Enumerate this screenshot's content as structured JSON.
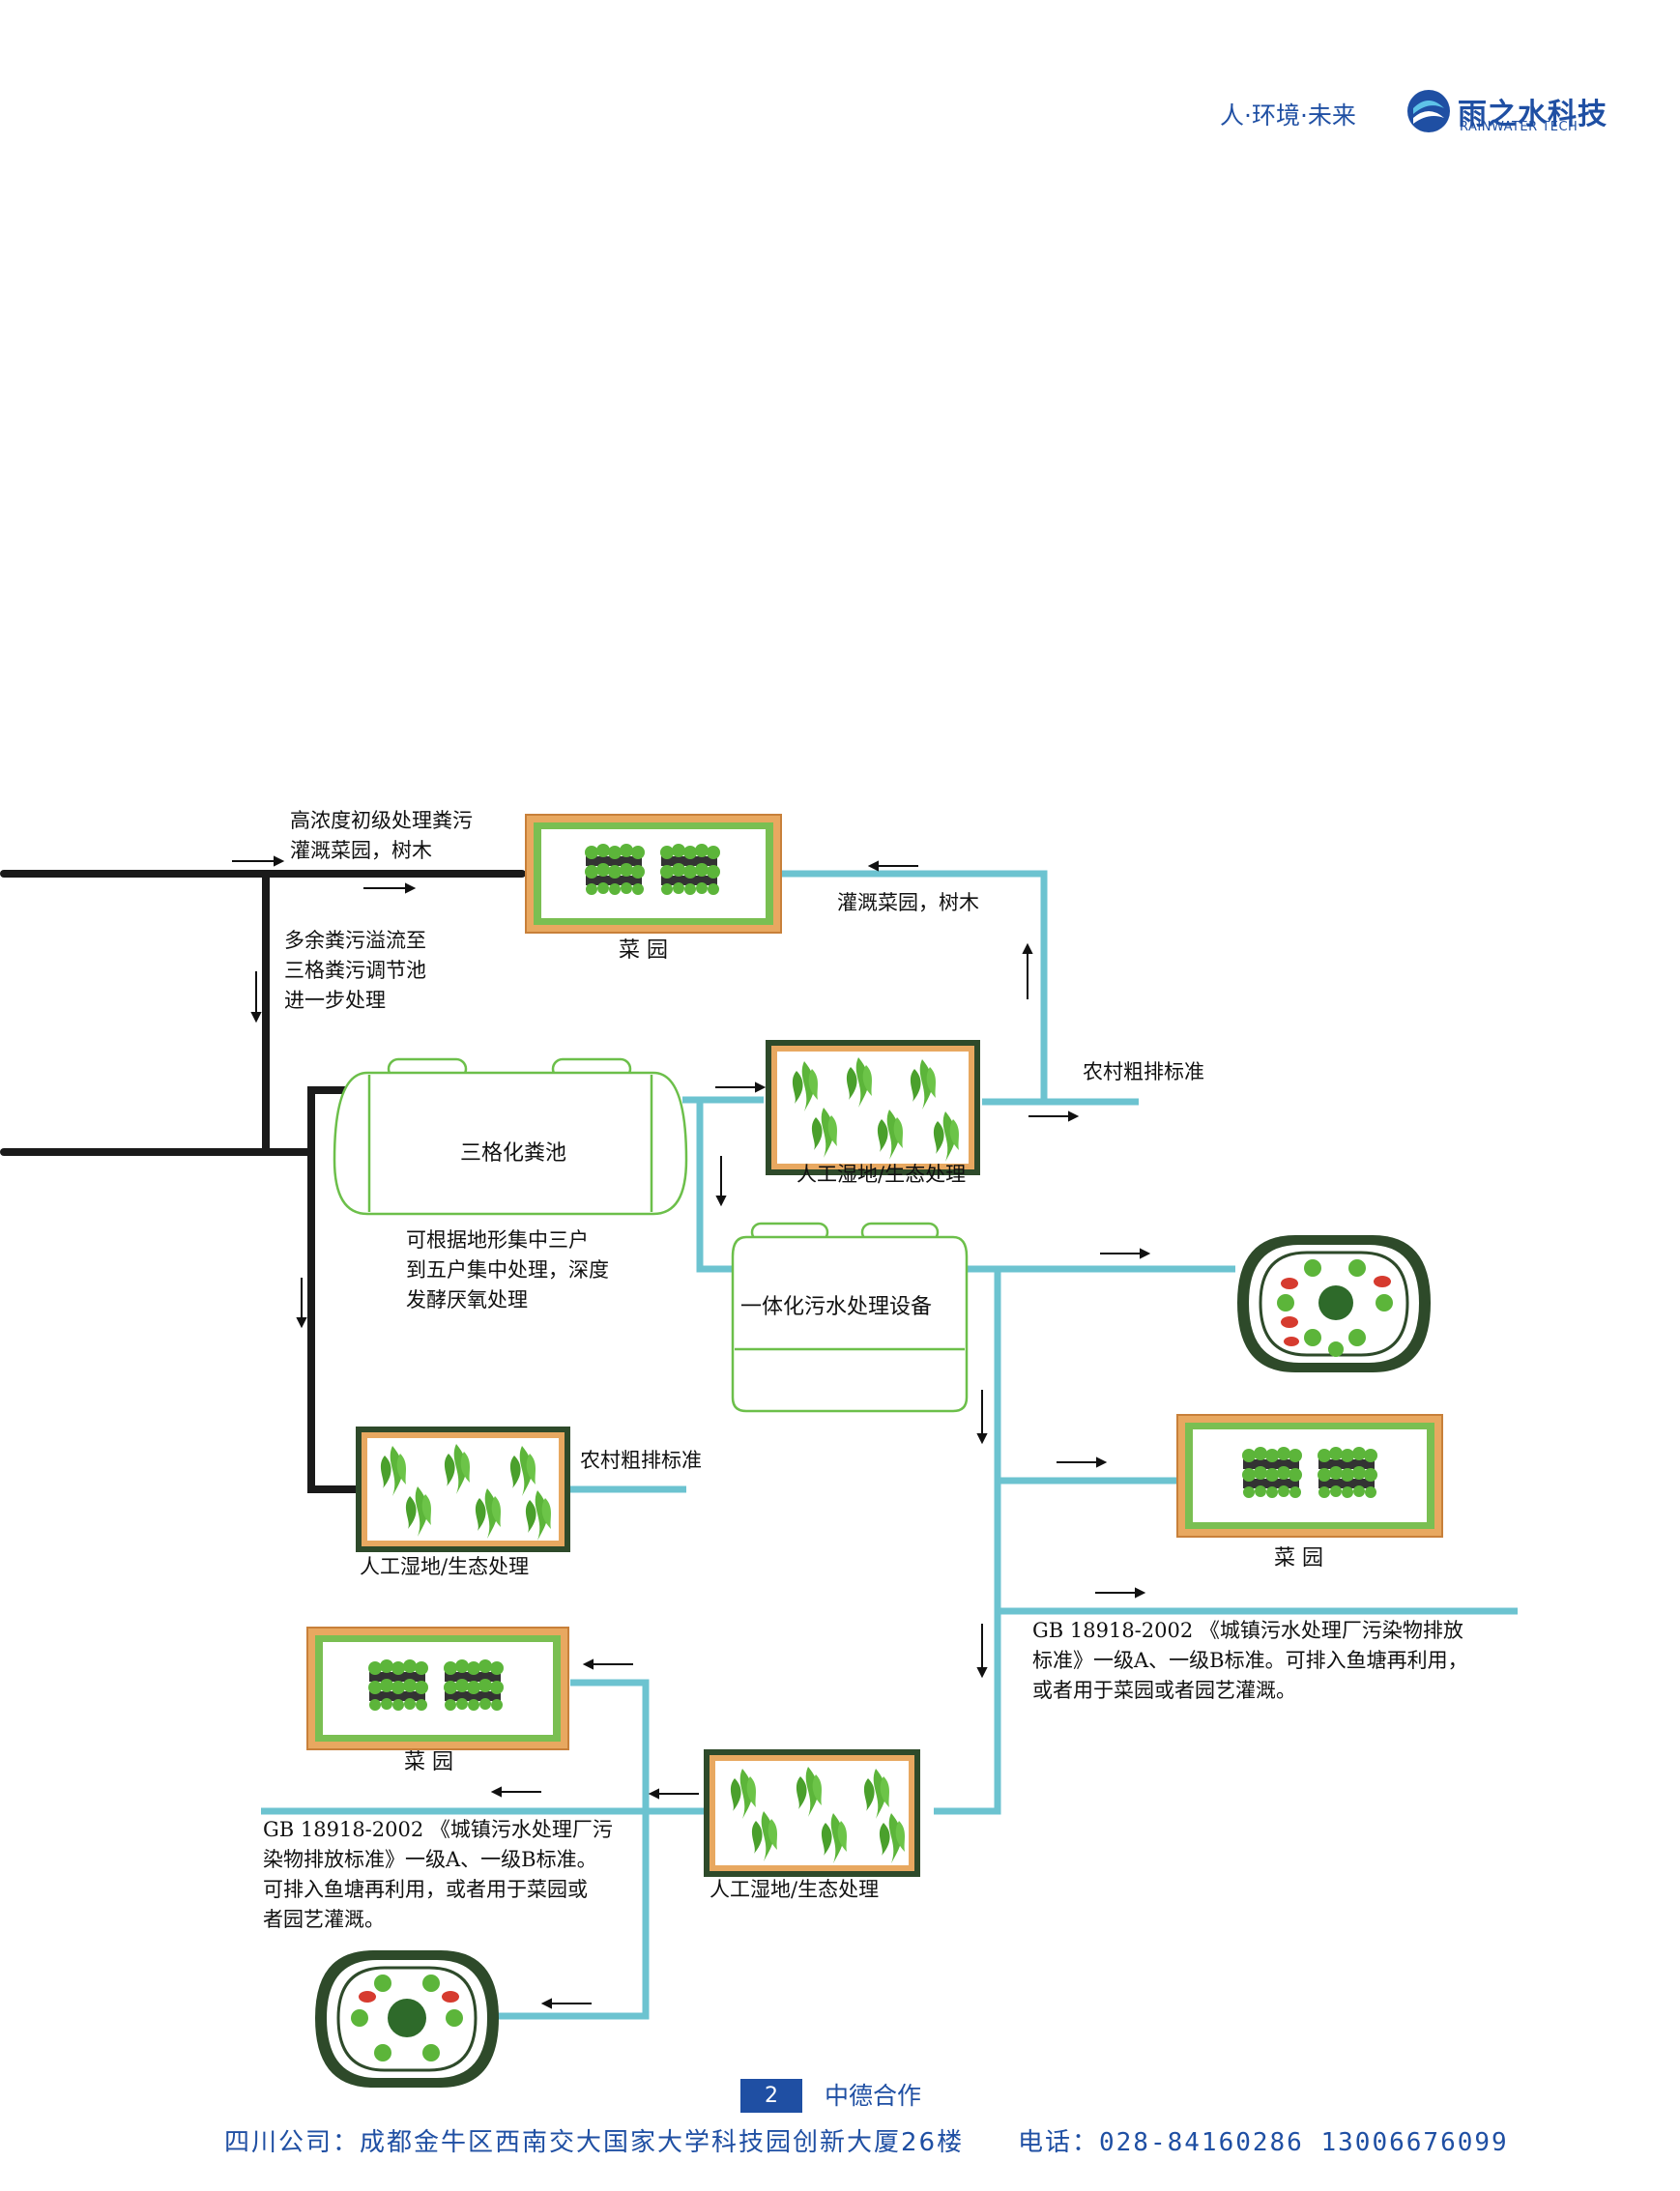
{
  "header": {
    "slogan": "人·环境·未来",
    "logo_cn": "雨之水科技",
    "logo_en": "RAINWATER TECH"
  },
  "labels": {
    "top_pipe_l1": "高浓度初级处理粪污",
    "top_pipe_l2": "灌溉菜园，树木",
    "overflow_l1": "多余粪污溢流至",
    "overflow_l2": "三格粪污调节池",
    "overflow_l3": "进一步处理",
    "garden_top": "菜  园",
    "irrigate_right": "灌溉菜园，树木",
    "rural_std_right": "农村粗排标准",
    "wetland_top": "人工湿地/生态处理",
    "septic_tank": "三格化粪池",
    "septic_note_l1": "可根据地形集中三户",
    "septic_note_l2": "到五户集中处理，深度",
    "septic_note_l3": "发酵厌氧处理",
    "integrated_equipment": "一体化污水处理设备",
    "rural_std_left": "农村粗排标准",
    "wetland_left": "人工湿地/生态处理",
    "garden_right": "菜  园",
    "gb_right_l1": "GB 18918-2002 《城镇污水处理厂污染物排放",
    "gb_right_l2": "标准》一级A、一级B标准。可排入鱼塘再利用，",
    "gb_right_l3": "或者用于菜园或者园艺灌溉。",
    "garden_bottom": "菜  园",
    "wetland_bottom": "人工湿地/生态处理",
    "gb_left_l1": "GB 18918-2002 《城镇污水处理厂污",
    "gb_left_l2": "染物排放标准》一级A、一级B标准。",
    "gb_left_l3": "可排入鱼塘再利用，或者用于菜园或",
    "gb_left_l4": "者园艺灌溉。"
  },
  "footer": {
    "page_number": "2",
    "page_title": "中德合作",
    "address": "四川公司：成都金牛区西南交大国家大学科技园创新大厦26楼",
    "phone": "电话：028-84160286  13006676099"
  },
  "colors": {
    "brand_blue": "#1f4fa3",
    "pipe_black": "#1a1a1a",
    "pipe_cyan": "#6cc3d0",
    "plant_green": "#5cb53a",
    "tank_green": "#6cbf4a",
    "frame_dark": "#2e4a2a",
    "frame_orange": "#e39a4a"
  }
}
